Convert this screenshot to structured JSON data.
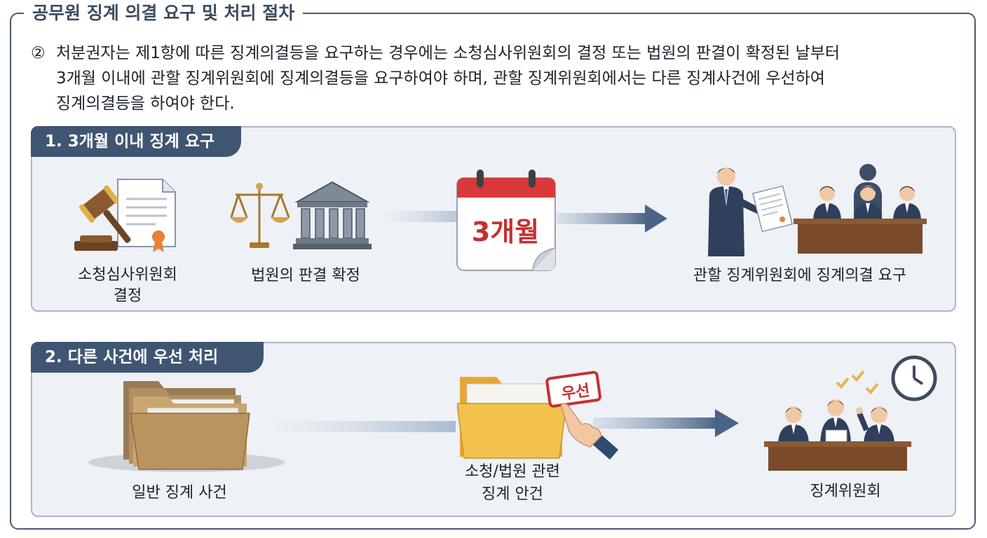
{
  "title": "공무원 징계 의결 요구 및 처리 절차",
  "statement": {
    "number": "②",
    "lines": [
      "처분권자는 제1항에 따른 징계의결등을 요구하는 경우에는 소청심사위원회의 결정 또는 법원의 판결이 확정된 날부터",
      "3개월 이내에 관할 징계위원회에 징계의결등을 요구하여야 하며, 관할 징계위원회에서는 다른 징계사건에 우선하여",
      "징계의결등을 하여야 한다."
    ]
  },
  "section1": {
    "heading": "1. 3개월 이내 징계 요구",
    "items": [
      {
        "label_line1": "소청심사위원회",
        "label_line2": "결정"
      },
      {
        "label_line1": "법원의 판결 확정"
      },
      {
        "calendar_text": "3개월"
      },
      {
        "label_line1": "관할 징계위원회에 징계의결 요구"
      }
    ]
  },
  "section2": {
    "heading": "2. 다른 사건에 우선 처리",
    "items": [
      {
        "label_line1": "일반 징계 사건"
      },
      {
        "label_line1": "소청/법원 관련",
        "label_line2": "징계 안건",
        "stamp_text": "우선"
      },
      {
        "label_line1": "징계위원회"
      }
    ]
  },
  "colors": {
    "tab": "#3f5672",
    "panel_bg": "#eef1f6",
    "calendar_red": "#d8393a",
    "arrow": "#4a6486",
    "folder_yellow": "#f2c24d"
  }
}
